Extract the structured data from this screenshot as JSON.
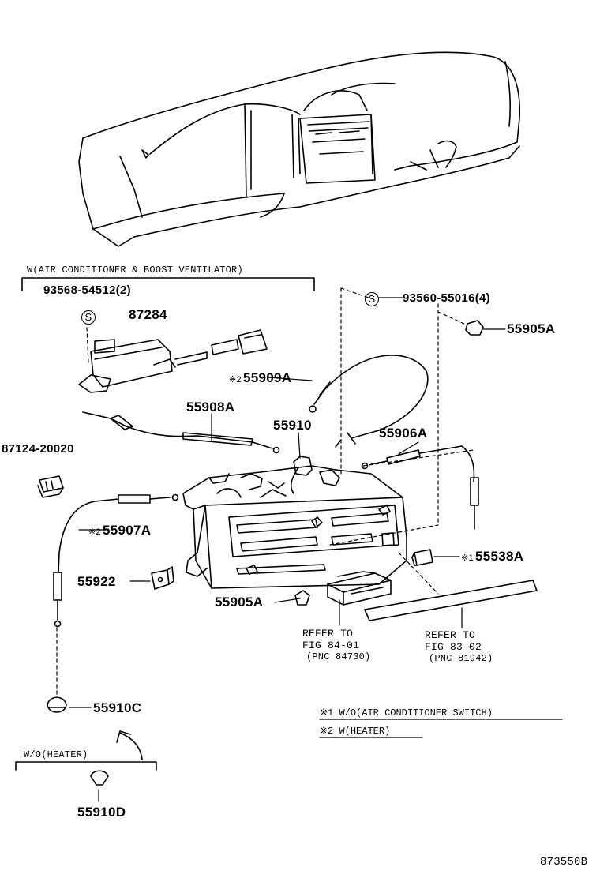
{
  "groups": {
    "with_ac": "W(AIR CONDITIONER & BOOST VENTILATOR)",
    "wo_heater": "W/O(HEATER)"
  },
  "parts": {
    "p93568": "93568-54512(2)",
    "p87284": "87284",
    "p93560": "93560-55016(4)",
    "p55905A_top": "55905A",
    "p55909A": "55909A",
    "p55908A": "55908A",
    "p55910": "55910",
    "p55906A": "55906A",
    "p87124": "87124-20020",
    "p55907A": "55907A",
    "p55538A": "55538A",
    "p55922": "55922",
    "p55905A_bottom": "55905A",
    "p55910C": "55910C",
    "p55910D": "55910D"
  },
  "markers": {
    "s": "S",
    "x1": "※1",
    "x2": "※2"
  },
  "refs": {
    "ref1_line1": "REFER TO",
    "ref1_line2": "FIG 84-01",
    "ref1_line3": "(PNC 84730)",
    "ref2_line1": "REFER TO",
    "ref2_line2": "FIG 83-02",
    "ref2_line3": "(PNC 81942)"
  },
  "notes": {
    "note1": "※1 W/O(AIR CONDITIONER SWITCH)",
    "note2": "※2 W(HEATER)"
  },
  "figure_id": "873550B"
}
